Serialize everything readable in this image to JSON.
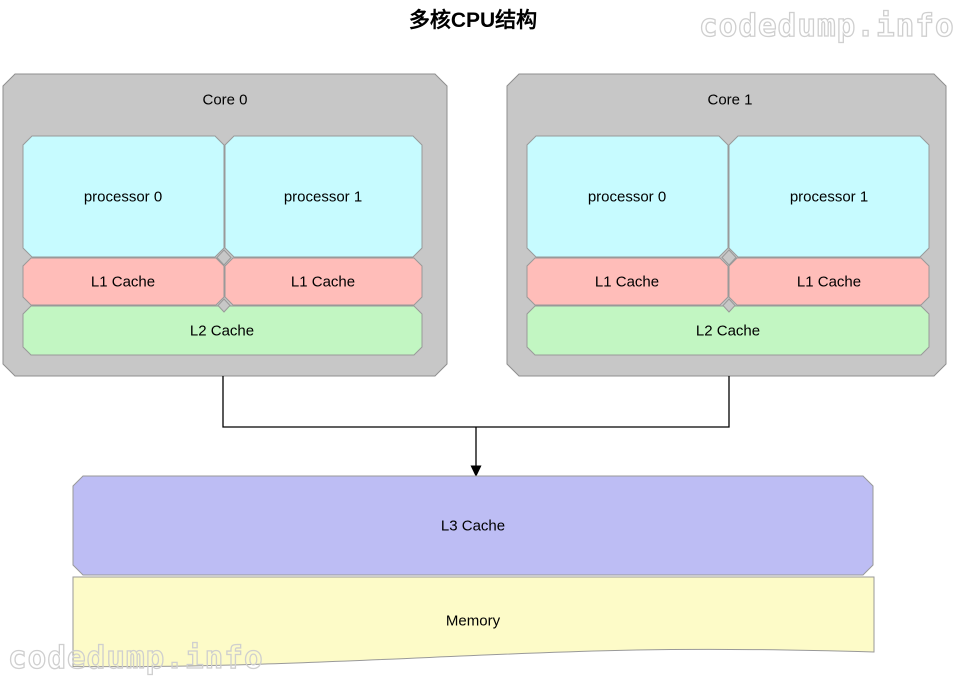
{
  "title": "多核CPU结构",
  "watermarks": {
    "top_right": "codedump.info",
    "bottom_left": "codedump.info"
  },
  "colors": {
    "core_fill": "#c7c7c7",
    "core_border": "#8f8f8f",
    "processor_fill": "#c7fbff",
    "l1_fill": "#ffbdb9",
    "l2_fill": "#c2f6c2",
    "l3_fill": "#bdbdf4",
    "memory_fill": "#fdfbc8",
    "inner_border": "#999999",
    "line_color": "#000000"
  },
  "cores": [
    {
      "label": "Core 0",
      "processors": [
        "processor 0",
        "processor 1"
      ],
      "l1": [
        "L1 Cache",
        "L1 Cache"
      ],
      "l2": "L2 Cache"
    },
    {
      "label": "Core 1",
      "processors": [
        "processor 0",
        "processor 1"
      ],
      "l1": [
        "L1 Cache",
        "L1 Cache"
      ],
      "l2": "L2 Cache"
    }
  ],
  "l3": "L3 Cache",
  "memory": "Memory"
}
